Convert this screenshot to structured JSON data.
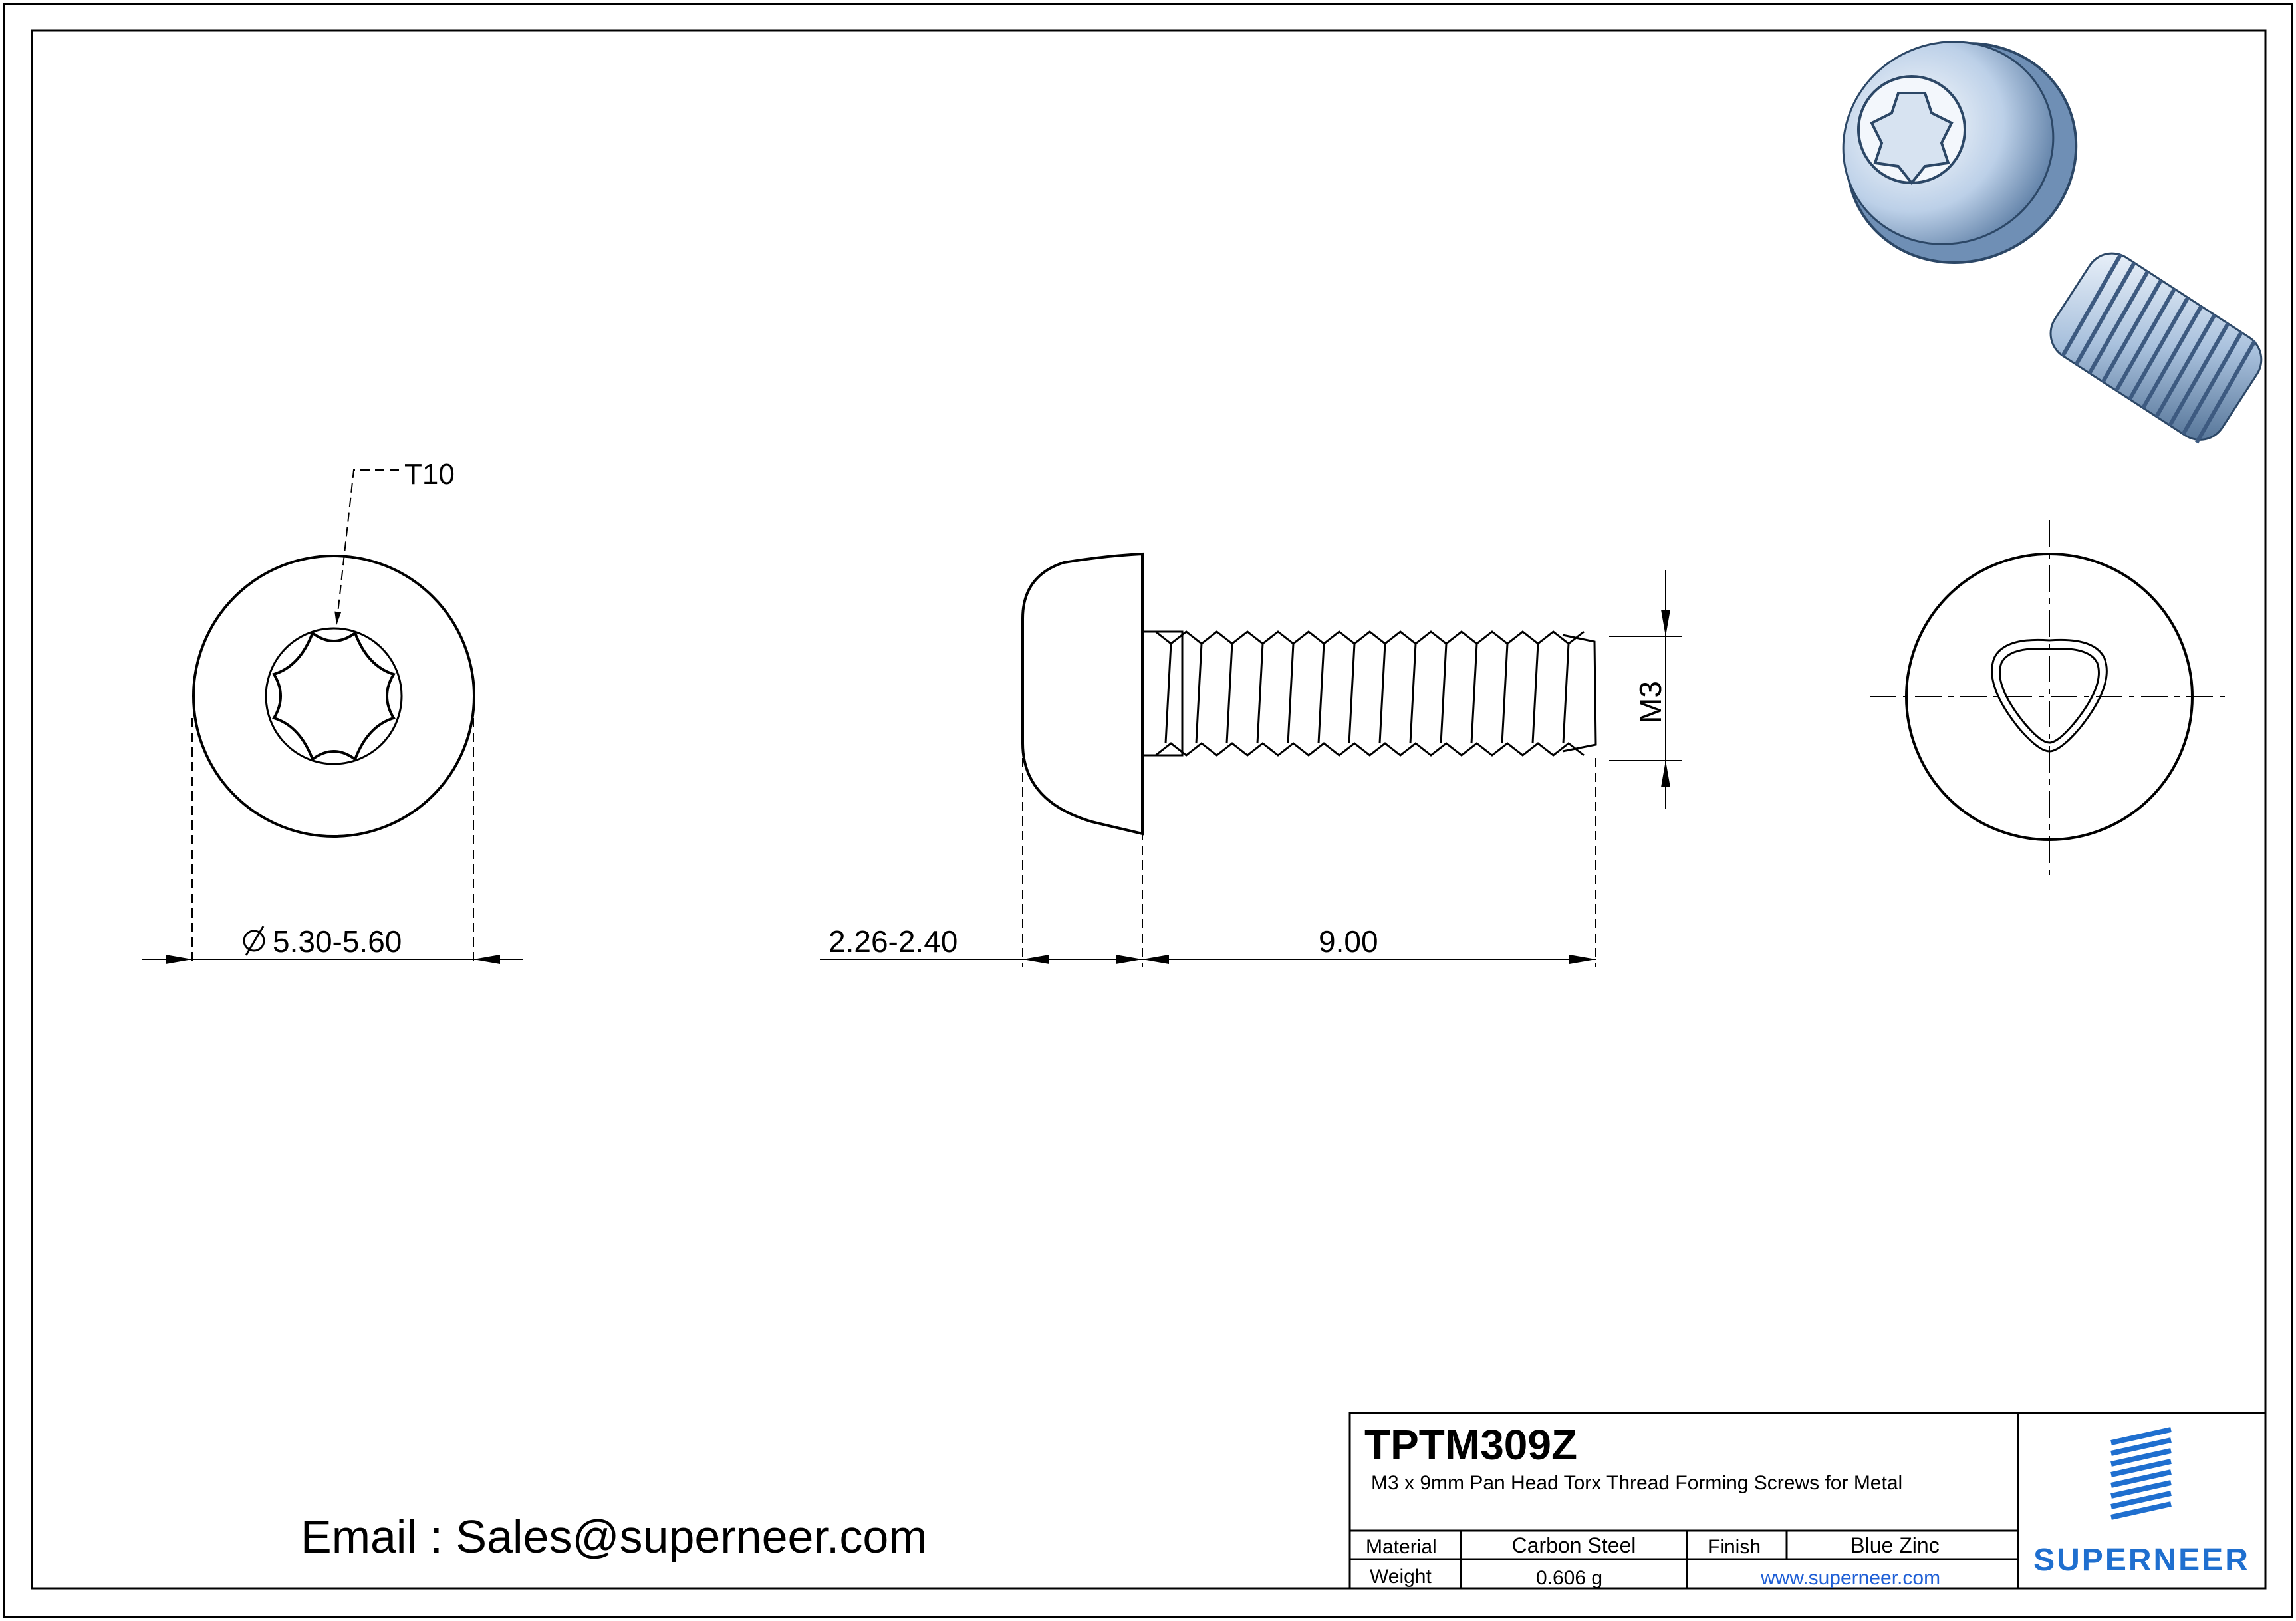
{
  "drawing": {
    "callouts": {
      "drive_size": "T10",
      "head_diameter": "5.30-5.60",
      "head_height": "2.26-2.40",
      "length": "9.00",
      "thread_size": "M3"
    }
  },
  "contact": {
    "email_line": "Email : Sales@superneer.com"
  },
  "title_block": {
    "part_number": "TPTM309Z",
    "description": "M3 x 9mm Pan Head Torx Thread Forming Screws for Metal",
    "material_label": "Material",
    "material_value": "Carbon Steel",
    "finish_label": "Finish",
    "finish_value": "Blue Zinc",
    "weight_label": "Weight",
    "weight_value": "0.606 g",
    "website": "www.superneer.com",
    "brand": "SUPERNEER"
  },
  "colors": {
    "line": "#000000",
    "brand_blue": "#1f6fcf",
    "link_blue": "#1f5fd6",
    "screw_render_base": "#c9d9ec"
  }
}
